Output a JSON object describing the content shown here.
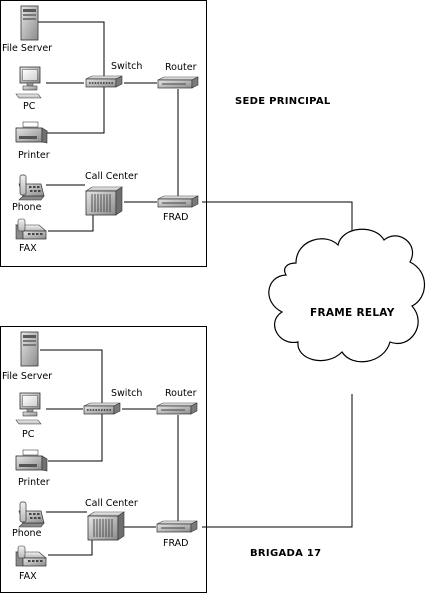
{
  "network": {
    "cloud_label": "FRAME RELAY",
    "site_a": {
      "name": "SEDE PRINCIPAL",
      "file_server": "File Server",
      "pc": "PC",
      "printer": "Printer",
      "switch": "Switch",
      "router": "Router",
      "call_center": "Call Center",
      "frad": "FRAD",
      "phone": "Phone",
      "fax": "FAX"
    },
    "site_b": {
      "name": "BRIGADA 17",
      "file_server": "File Server",
      "pc": "PC",
      "printer": "Printer",
      "switch": "Switch",
      "router": "Router",
      "call_center": "Call Center",
      "frad": "FRAD",
      "phone": "Phone",
      "fax": "FAX"
    }
  },
  "icons": {
    "server": "server-icon",
    "pc": "pc-icon",
    "printer": "printer-icon",
    "switch": "switch-icon",
    "router": "router-icon",
    "pbx": "pbx-icon",
    "frad": "frad-icon",
    "phone": "phone-icon",
    "fax": "fax-icon",
    "cloud": "cloud-icon"
  }
}
